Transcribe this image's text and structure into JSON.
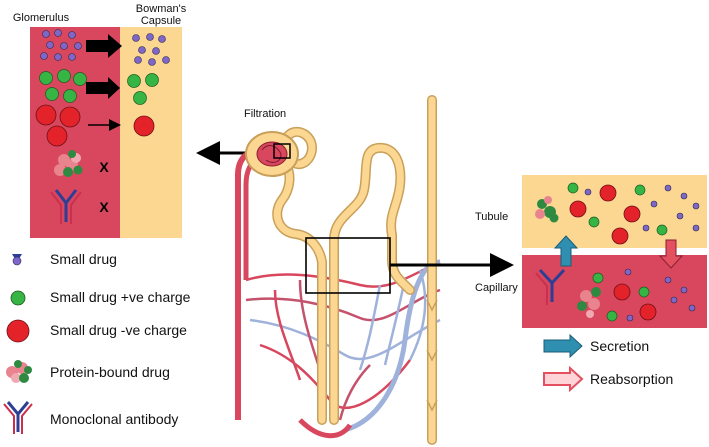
{
  "colors": {
    "blood": "#d8475e",
    "tubule": "#fbd791",
    "vessel_line": "#9fb2db",
    "small_drug": "#7f66c9",
    "positive": "#36b544",
    "negative": "#e3222a",
    "protein": "#e9848f",
    "protein_dark": "#2f8a41",
    "antibody_blue": "#2d3e94",
    "antibody_red": "#c9304f",
    "secretion": "#2f8fb0",
    "reabsorption": "#e3505f"
  },
  "labels": {
    "glomerulus": "Glomerulus",
    "bowmans": [
      "Bowman's",
      "Capsule"
    ],
    "filtration": "Filtration",
    "tubule": "Tubule",
    "capillary": "Capillary",
    "blocked": "X"
  },
  "legend": {
    "small_drug": "Small drug",
    "positive": "Small drug +ve charge",
    "negative": "Small drug -ve charge",
    "protein": "Protein-bound drug",
    "antibody": "Monoclonal antibody"
  },
  "transport": {
    "secretion": "Secretion",
    "reabsorption": "Reabsorption"
  }
}
